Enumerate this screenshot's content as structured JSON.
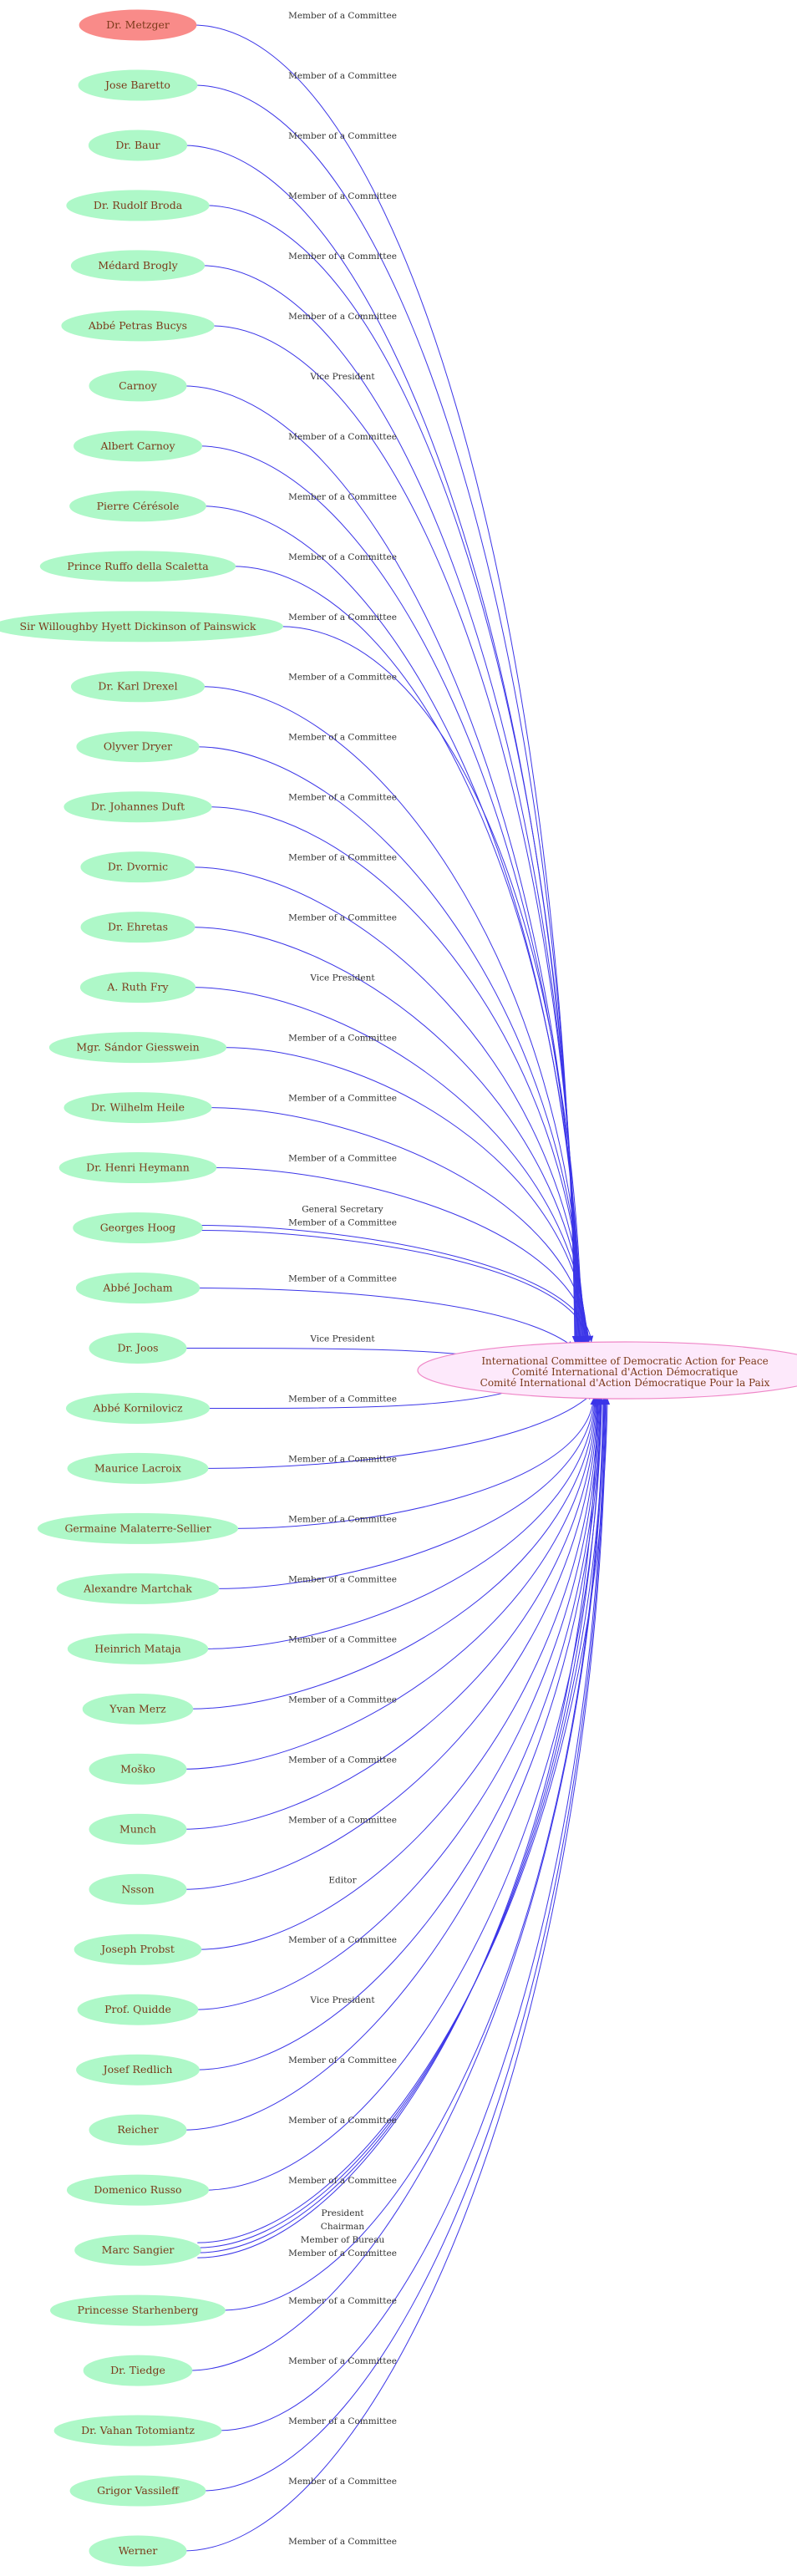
{
  "colors": {
    "node_fill": "#aef8c8",
    "highlight_fill": "#f98b89",
    "node_text": "#7b3a1a",
    "edge": "#3b35e8",
    "target_fill": "#fde9fb",
    "target_stroke": "#ef86c7",
    "edge_label": "#333333"
  },
  "target": {
    "lines": [
      "International Committee of Democratic Action for Peace",
      "Comité International d'Action Démocratique",
      "Comité International d'Action Démocratique Pour la Paix"
    ]
  },
  "nodes": [
    {
      "label": "Dr. Metzger",
      "highlight": true
    },
    {
      "label": "Jose Baretto"
    },
    {
      "label": "Dr. Baur"
    },
    {
      "label": "Dr. Rudolf Broda"
    },
    {
      "label": "Médard Brogly"
    },
    {
      "label": "Abbé Petras Bucys"
    },
    {
      "label": "Carnoy"
    },
    {
      "label": "Albert Carnoy"
    },
    {
      "label": "Pierre Cérésole"
    },
    {
      "label": "Prince Ruffo  della Scaletta"
    },
    {
      "label": "Sir Willoughby Hyett Dickinson of Painswick"
    },
    {
      "label": "Dr. Karl Drexel"
    },
    {
      "label": "Olyver Dryer"
    },
    {
      "label": "Dr. Johannes Duft"
    },
    {
      "label": "Dr. Dvornic"
    },
    {
      "label": "Dr. Ehretas"
    },
    {
      "label": "A. Ruth Fry"
    },
    {
      "label": "Mgr. Sándor Giesswein"
    },
    {
      "label": "Dr. Wilhelm Heile"
    },
    {
      "label": "Dr. Henri Heymann"
    },
    {
      "label": "Georges Hoog"
    },
    {
      "label": "Abbé Jocham"
    },
    {
      "label": "Dr. Joos"
    },
    {
      "label": "Abbé Kornilovicz"
    },
    {
      "label": "Maurice Lacroix"
    },
    {
      "label": "Germaine Malaterre-Sellier"
    },
    {
      "label": "Alexandre Martchak"
    },
    {
      "label": "Heinrich Mataja"
    },
    {
      "label": "Yvan Merz"
    },
    {
      "label": "Moško"
    },
    {
      "label": "Munch"
    },
    {
      "label": "Nsson"
    },
    {
      "label": "Joseph Probst"
    },
    {
      "label": "Prof. Quidde"
    },
    {
      "label": "Josef Redlich"
    },
    {
      "label": "Reicher"
    },
    {
      "label": "Domenico Russo"
    },
    {
      "label": "Marc Sangier"
    },
    {
      "label": "Princesse Starhenberg"
    },
    {
      "label": "Dr. Tiedge"
    },
    {
      "label": "Dr. Vahan Totomiantz"
    },
    {
      "label": "Grigor Vassileff"
    },
    {
      "label": "Werner"
    }
  ],
  "edges": [
    {
      "from": 0,
      "label": "Member of a Committee"
    },
    {
      "from": 1,
      "label": "Member of a Committee"
    },
    {
      "from": 2,
      "label": "Member of a Committee"
    },
    {
      "from": 3,
      "label": "Member of a Committee"
    },
    {
      "from": 4,
      "label": "Member of a Committee"
    },
    {
      "from": 5,
      "label": "Member of a Committee"
    },
    {
      "from": 6,
      "label": "Vice President"
    },
    {
      "from": 7,
      "label": "Member of a Committee"
    },
    {
      "from": 8,
      "label": "Member of a Committee"
    },
    {
      "from": 9,
      "label": "Member of a Committee"
    },
    {
      "from": 10,
      "label": "Member of a Committee"
    },
    {
      "from": 11,
      "label": "Member of a Committee"
    },
    {
      "from": 12,
      "label": "Member of a Committee"
    },
    {
      "from": 13,
      "label": "Member of a Committee"
    },
    {
      "from": 14,
      "label": "Member of a Committee"
    },
    {
      "from": 15,
      "label": "Member of a Committee"
    },
    {
      "from": 16,
      "label": "Vice President"
    },
    {
      "from": 17,
      "label": "Member of a Committee"
    },
    {
      "from": 18,
      "label": "Member of a Committee"
    },
    {
      "from": 19,
      "label": "Member of a Committee"
    },
    {
      "from": 20,
      "label": "General Secretary"
    },
    {
      "from": 20,
      "label": "Member of a Committee"
    },
    {
      "from": 21,
      "label": "Member of a Committee"
    },
    {
      "from": 22,
      "label": "Vice President"
    },
    {
      "from": 23,
      "label": "Member of a Committee"
    },
    {
      "from": 24,
      "label": "Member of a Committee"
    },
    {
      "from": 25,
      "label": "Member of a Committee"
    },
    {
      "from": 26,
      "label": "Member of a Committee"
    },
    {
      "from": 27,
      "label": "Member of a Committee"
    },
    {
      "from": 28,
      "label": "Member of a Committee"
    },
    {
      "from": 29,
      "label": "Member of a Committee"
    },
    {
      "from": 30,
      "label": "Member of a Committee"
    },
    {
      "from": 31,
      "label": "Editor"
    },
    {
      "from": 32,
      "label": "Member of a Committee"
    },
    {
      "from": 33,
      "label": "Vice President"
    },
    {
      "from": 34,
      "label": "Member of a Committee"
    },
    {
      "from": 35,
      "label": "Member of a Committee"
    },
    {
      "from": 36,
      "label": "Member of a Committee"
    },
    {
      "from": 37,
      "label": "President"
    },
    {
      "from": 37,
      "label": "Chairman"
    },
    {
      "from": 37,
      "label": "Member of Bureau"
    },
    {
      "from": 37,
      "label": "Member of a Committee"
    },
    {
      "from": 38,
      "label": "Member of a Committee"
    },
    {
      "from": 39,
      "label": "Member of a Committee"
    },
    {
      "from": 40,
      "label": "Member of a Committee"
    },
    {
      "from": 41,
      "label": "Member of a Committee"
    },
    {
      "from": 42,
      "label": "Member of a Committee"
    }
  ]
}
